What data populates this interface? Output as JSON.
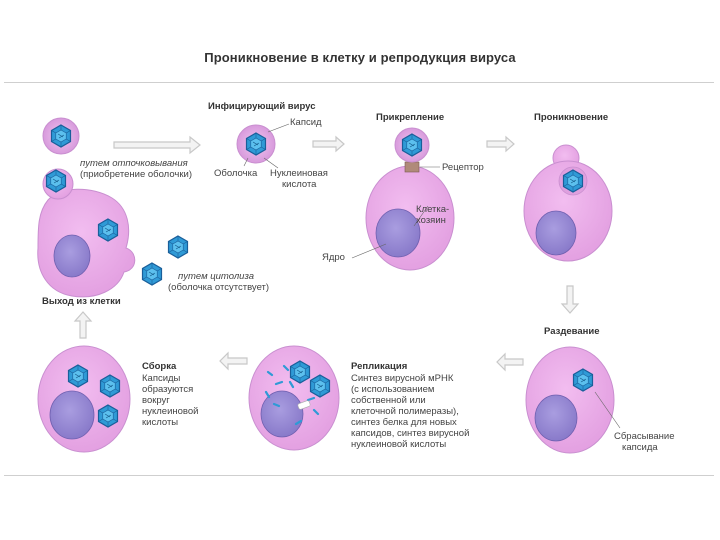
{
  "title": "Проникновение в клетку и репродукция вируса",
  "stages": {
    "infecting_virus": "Инфицирующий вирус",
    "attachment": "Прикрепление",
    "penetration": "Проникновение",
    "uncoating": "Раздевание",
    "replication": "Репликация",
    "assembly": "Сборка",
    "exit": "Выход из клетки"
  },
  "labels": {
    "capsid": "Капсид",
    "envelope": "Оболочка",
    "nucleic_acid_line1": "Нуклеиновая",
    "nucleic_acid_line2": "кислота",
    "receptor": "Рецептор",
    "host_cell_line1": "Клетка-",
    "host_cell_line2": "хозяин",
    "nucleus": "Ядро",
    "shedding_line1": "Сбрасывание",
    "shedding_line2": "капсида",
    "budding_line1": "путем отпочковывания",
    "budding_line2": "(приобретение оболочки)",
    "lysis_line1": "путем цитолиза",
    "lysis_line2": "(оболочка отсутствует)"
  },
  "assembly_text": [
    "Капсиды",
    "образуются",
    "вокруг",
    "нуклеиновой",
    "кислоты"
  ],
  "replication_text": [
    "Синтез вирусной мРНК",
    "(с использованием",
    "собственной или",
    "клеточной полимеразы),",
    "синтез белка для новых",
    "капсидов, синтез вирусной",
    "нуклеиновой кислоты"
  ],
  "colors": {
    "cell": "#e8a6e4",
    "cell_stroke": "#c98fd0",
    "nucleus": "#9d8fd8",
    "capsid": "#2f9ad6",
    "envelope": "#d9a3e0",
    "arrow": "#c8c8c8"
  }
}
